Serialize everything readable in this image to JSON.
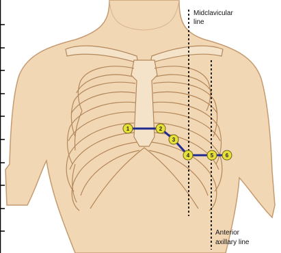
{
  "diagram": {
    "labels": {
      "midclavicular_line_1": "Midclavicular",
      "midclavicular_line_2": "line",
      "anterior_axillary_1": "Anterior",
      "anterior_axillary_2": "axillary line"
    },
    "electrodes": [
      {
        "label": "1"
      },
      {
        "label": "2"
      },
      {
        "label": "3"
      },
      {
        "label": "4"
      },
      {
        "label": "5"
      },
      {
        "label": "6"
      }
    ],
    "colors": {
      "skin": "#f2d7b5",
      "skin_outline": "#c59a6e",
      "bone": "#f5e3c9",
      "bone_outline": "#b2875a",
      "lead_wire": "#1f2b8e",
      "electrode_fill": "#e8e03a",
      "reference_line": "#222222"
    }
  }
}
